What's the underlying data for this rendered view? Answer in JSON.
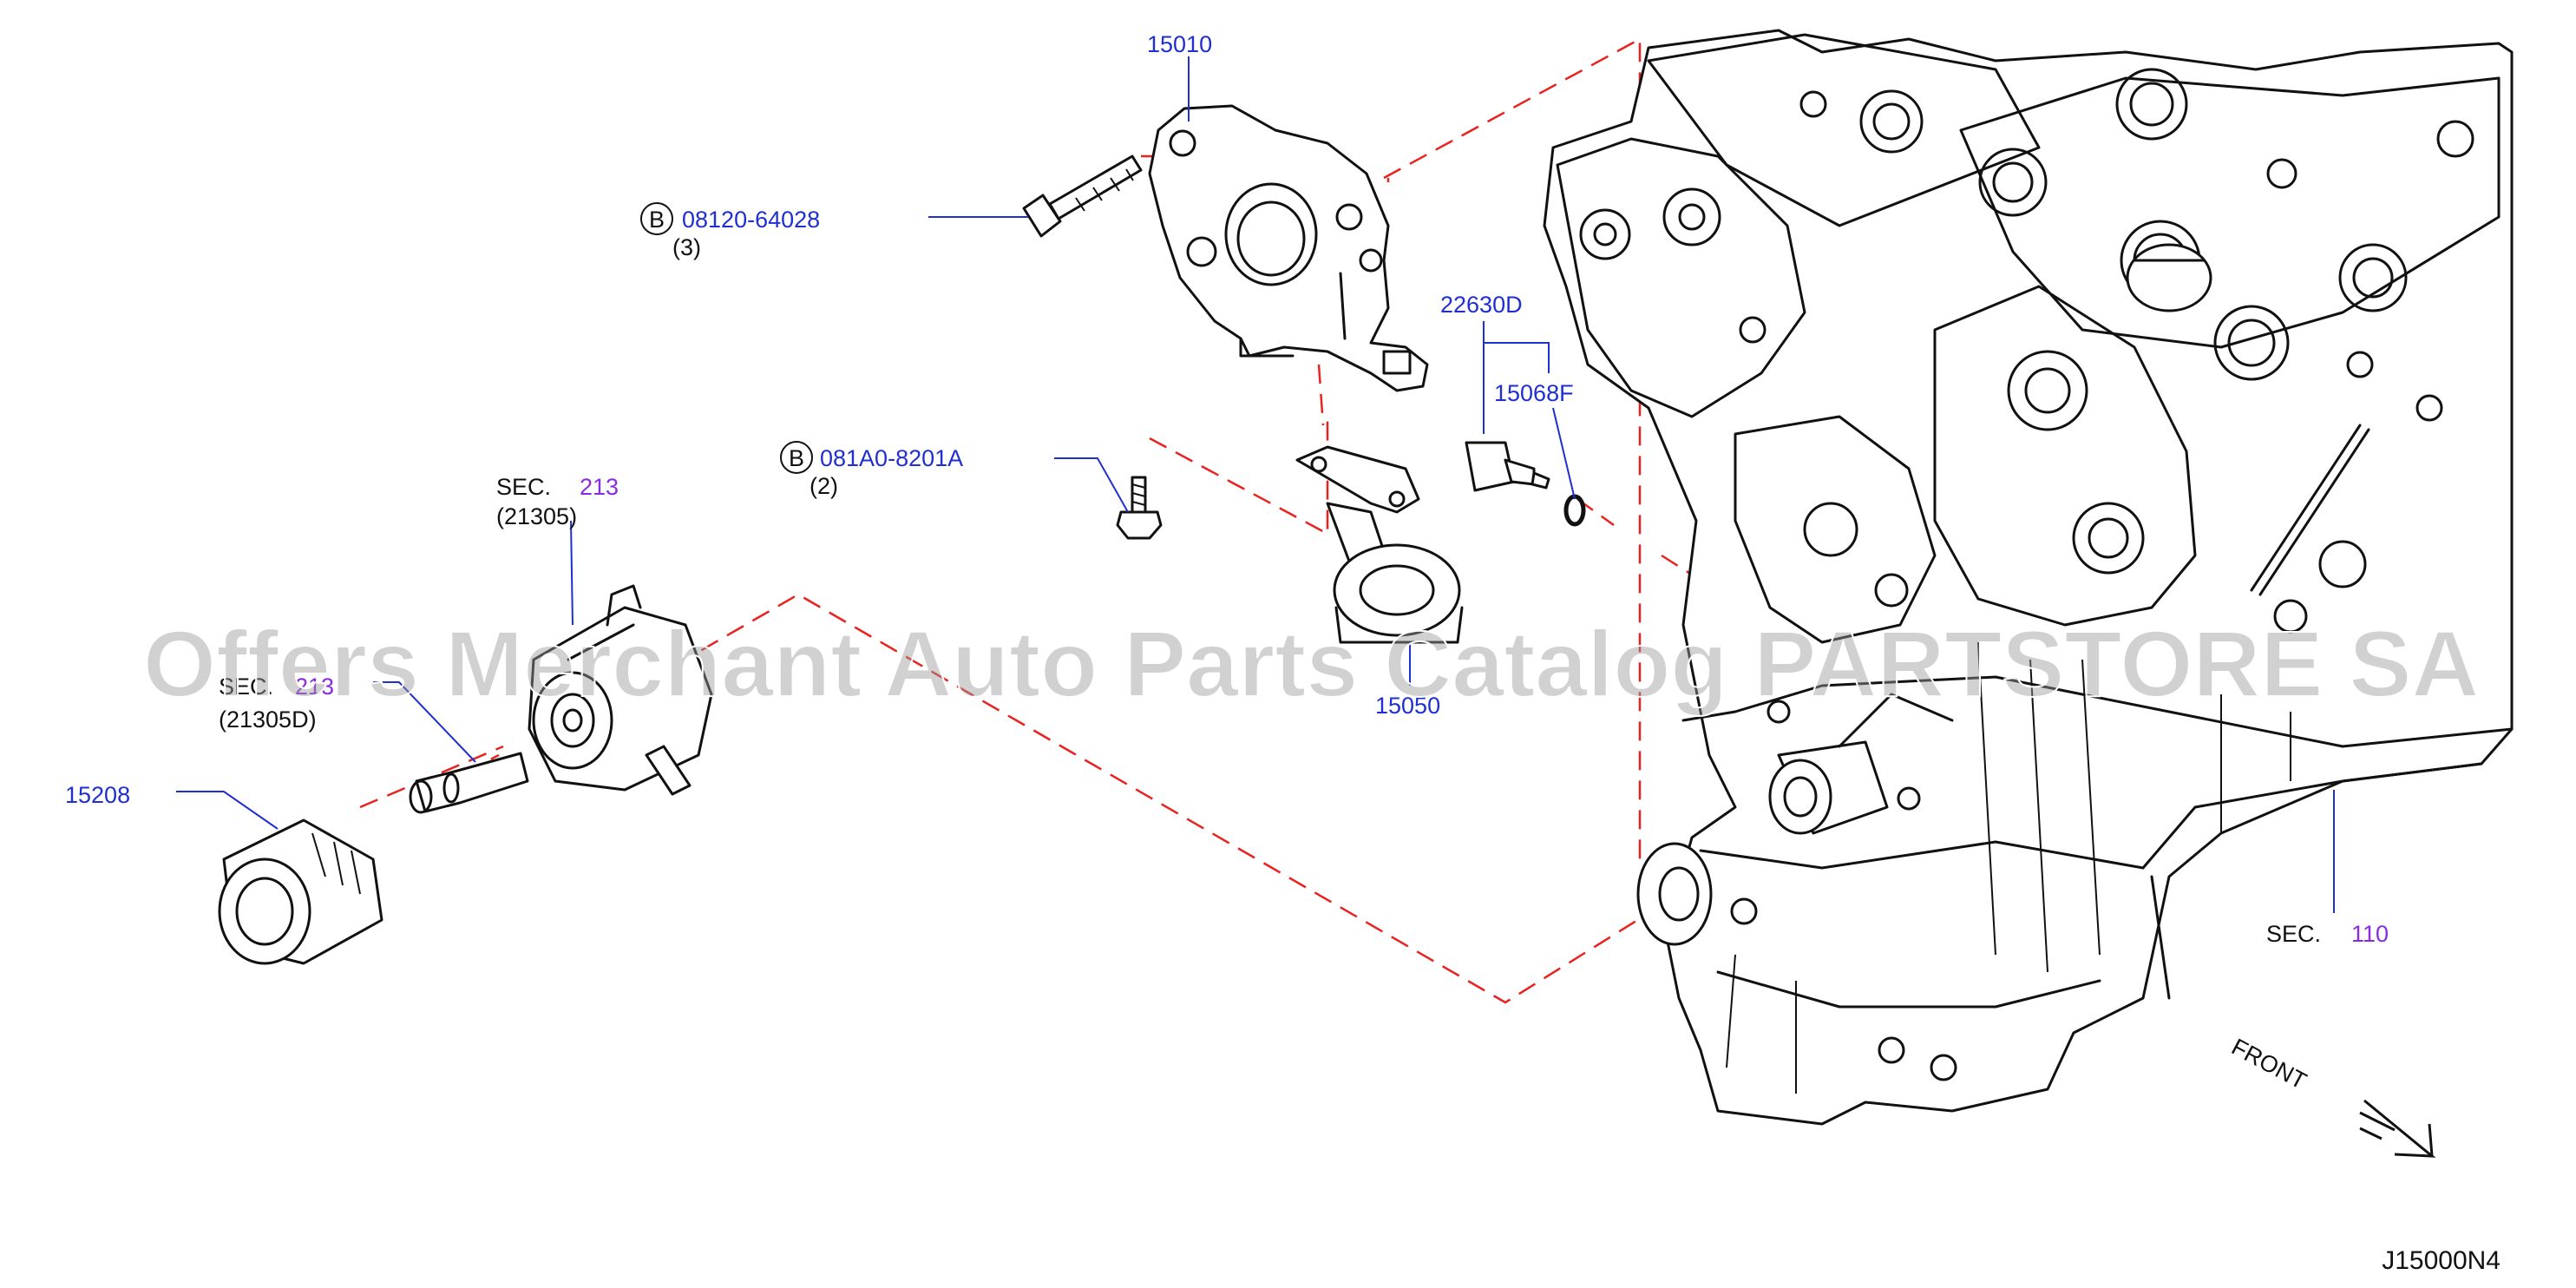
{
  "diagram": {
    "code": "J15000N4",
    "watermark": "Offers Merchant Auto Parts Catalog PARTSTORE SA",
    "front_label": "FRONT",
    "colors": {
      "part_number": "#1f2fd0",
      "section_ref": "#8a2be2",
      "guide_line": "#e8231f",
      "drawing": "#111111"
    },
    "callouts": {
      "oil_pump": {
        "number": "15010"
      },
      "bolt_a": {
        "prefix": "B",
        "number": "08120-64028",
        "qty": "(3)"
      },
      "bolt_b": {
        "prefix": "B",
        "number": "081A0-8201A",
        "qty": "(2)"
      },
      "sensor": {
        "number": "22630D"
      },
      "oring": {
        "number": "15068F"
      },
      "strainer": {
        "number": "15050"
      },
      "oil_filter": {
        "number": "15208"
      },
      "cooler": {
        "sec": "SEC.",
        "sec_num": "213",
        "ref": "(21305)"
      },
      "connector": {
        "sec": "SEC.",
        "sec_num": "213",
        "ref": "(21305D)"
      },
      "engine": {
        "sec": "SEC.",
        "sec_num": "110"
      }
    }
  }
}
